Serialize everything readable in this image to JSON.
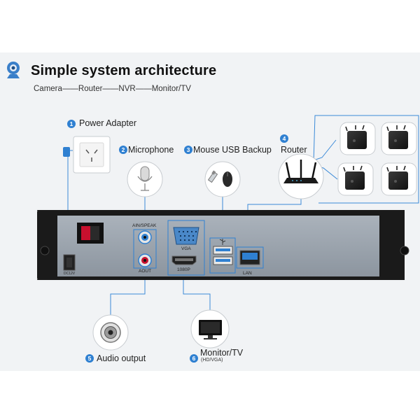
{
  "header": {
    "title": "Simple system architecture",
    "subtitle": "Camera——Router——NVR——Monitor/TV"
  },
  "callouts": [
    {
      "number": "1",
      "label": "Power Adapter"
    },
    {
      "number": "2",
      "label": "Microphone"
    },
    {
      "number": "3",
      "label": "Mouse USB Backup"
    },
    {
      "number": "4",
      "label": "Router"
    },
    {
      "number": "5",
      "label": "Audio output"
    },
    {
      "number": "6",
      "label": "Monitor/TV",
      "sublabel": "(HD/VGA)"
    }
  ],
  "port_labels": {
    "ain": "AIN/SPEAK",
    "aout": "AOUT",
    "vga": "VGA",
    "hdmi": "1080P",
    "lan": "LAN",
    "dc": "DC12V"
  },
  "colors": {
    "accent": "#2f80d1",
    "panel_background": "#f1f3f5",
    "nvr_body": "#1a1a1a",
    "nvr_face": "#9aa3ad",
    "connector_line": "#3a8ad8"
  },
  "icons": [
    "webcam-icon",
    "wall-socket-icon",
    "microphone-icon",
    "usb-mouse-icon",
    "router-icon",
    "camera-icon",
    "audio-jack-icon",
    "monitor-icon"
  ]
}
